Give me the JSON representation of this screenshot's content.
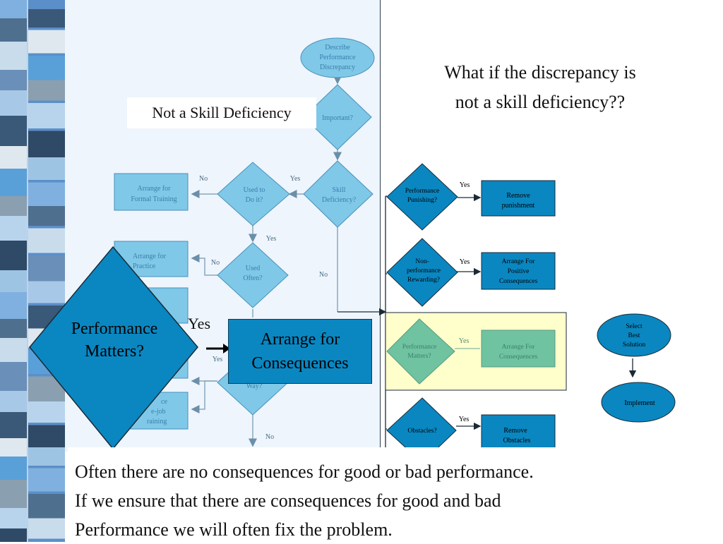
{
  "header": {
    "title_line1": "What if the discrepancy is",
    "title_line2": "not a skill deficiency??"
  },
  "callout": {
    "label": "Not a Skill Deficiency"
  },
  "flow": {
    "describe": [
      "Describe",
      "Performance",
      "Discrepancy"
    ],
    "important": "Important?",
    "skill_deficiency": [
      "Skill",
      "Deficiency?"
    ],
    "used_to": [
      "Used to",
      "Do it?"
    ],
    "used_often": [
      "Used",
      "Often?"
    ],
    "easier_way": "Way?",
    "formal_training": [
      "Arrange for",
      "Formal Training"
    ],
    "practice": [
      "Arrange for",
      "Practice"
    ],
    "onthejob": [
      "ce",
      "e-job",
      "raining"
    ],
    "yes": "Yes",
    "no": "No"
  },
  "right_flow": {
    "punishing": [
      "Performance",
      "Punishing?"
    ],
    "remove_punishment": [
      "Remove",
      "punishment"
    ],
    "nonperf": [
      "Non-",
      "performance",
      "Rewarding?"
    ],
    "positive": [
      "Arrange For",
      "Positive",
      "Consequences"
    ],
    "matters": [
      "Performance",
      "Matters?"
    ],
    "arrange_conseq": [
      "Arrange For",
      "Consequences"
    ],
    "obstacles": "Obstacles?",
    "remove_obstacles": [
      "Remove",
      "Obstacles"
    ],
    "select": [
      "Select",
      "Best",
      "Solution"
    ],
    "implement": "Implement"
  },
  "overlay": {
    "performance_matters_line1": "Performance",
    "performance_matters_line2": "Matters?",
    "yes": "Yes",
    "arrange_line1": "Arrange for",
    "arrange_line2": "Consequences"
  },
  "caption": {
    "line1": "Often there are no consequences for good or bad performance.",
    "line2": "If we ensure that there are consequences for good and bad",
    "line3": "Performance we will often fix the problem."
  },
  "colors": {
    "accent": "#0a87c1",
    "faded_node": "#7fc8e8",
    "faded_text": "#4a90b8",
    "highlight": "#ffffcc",
    "green_faded": "#6fc3a0"
  }
}
